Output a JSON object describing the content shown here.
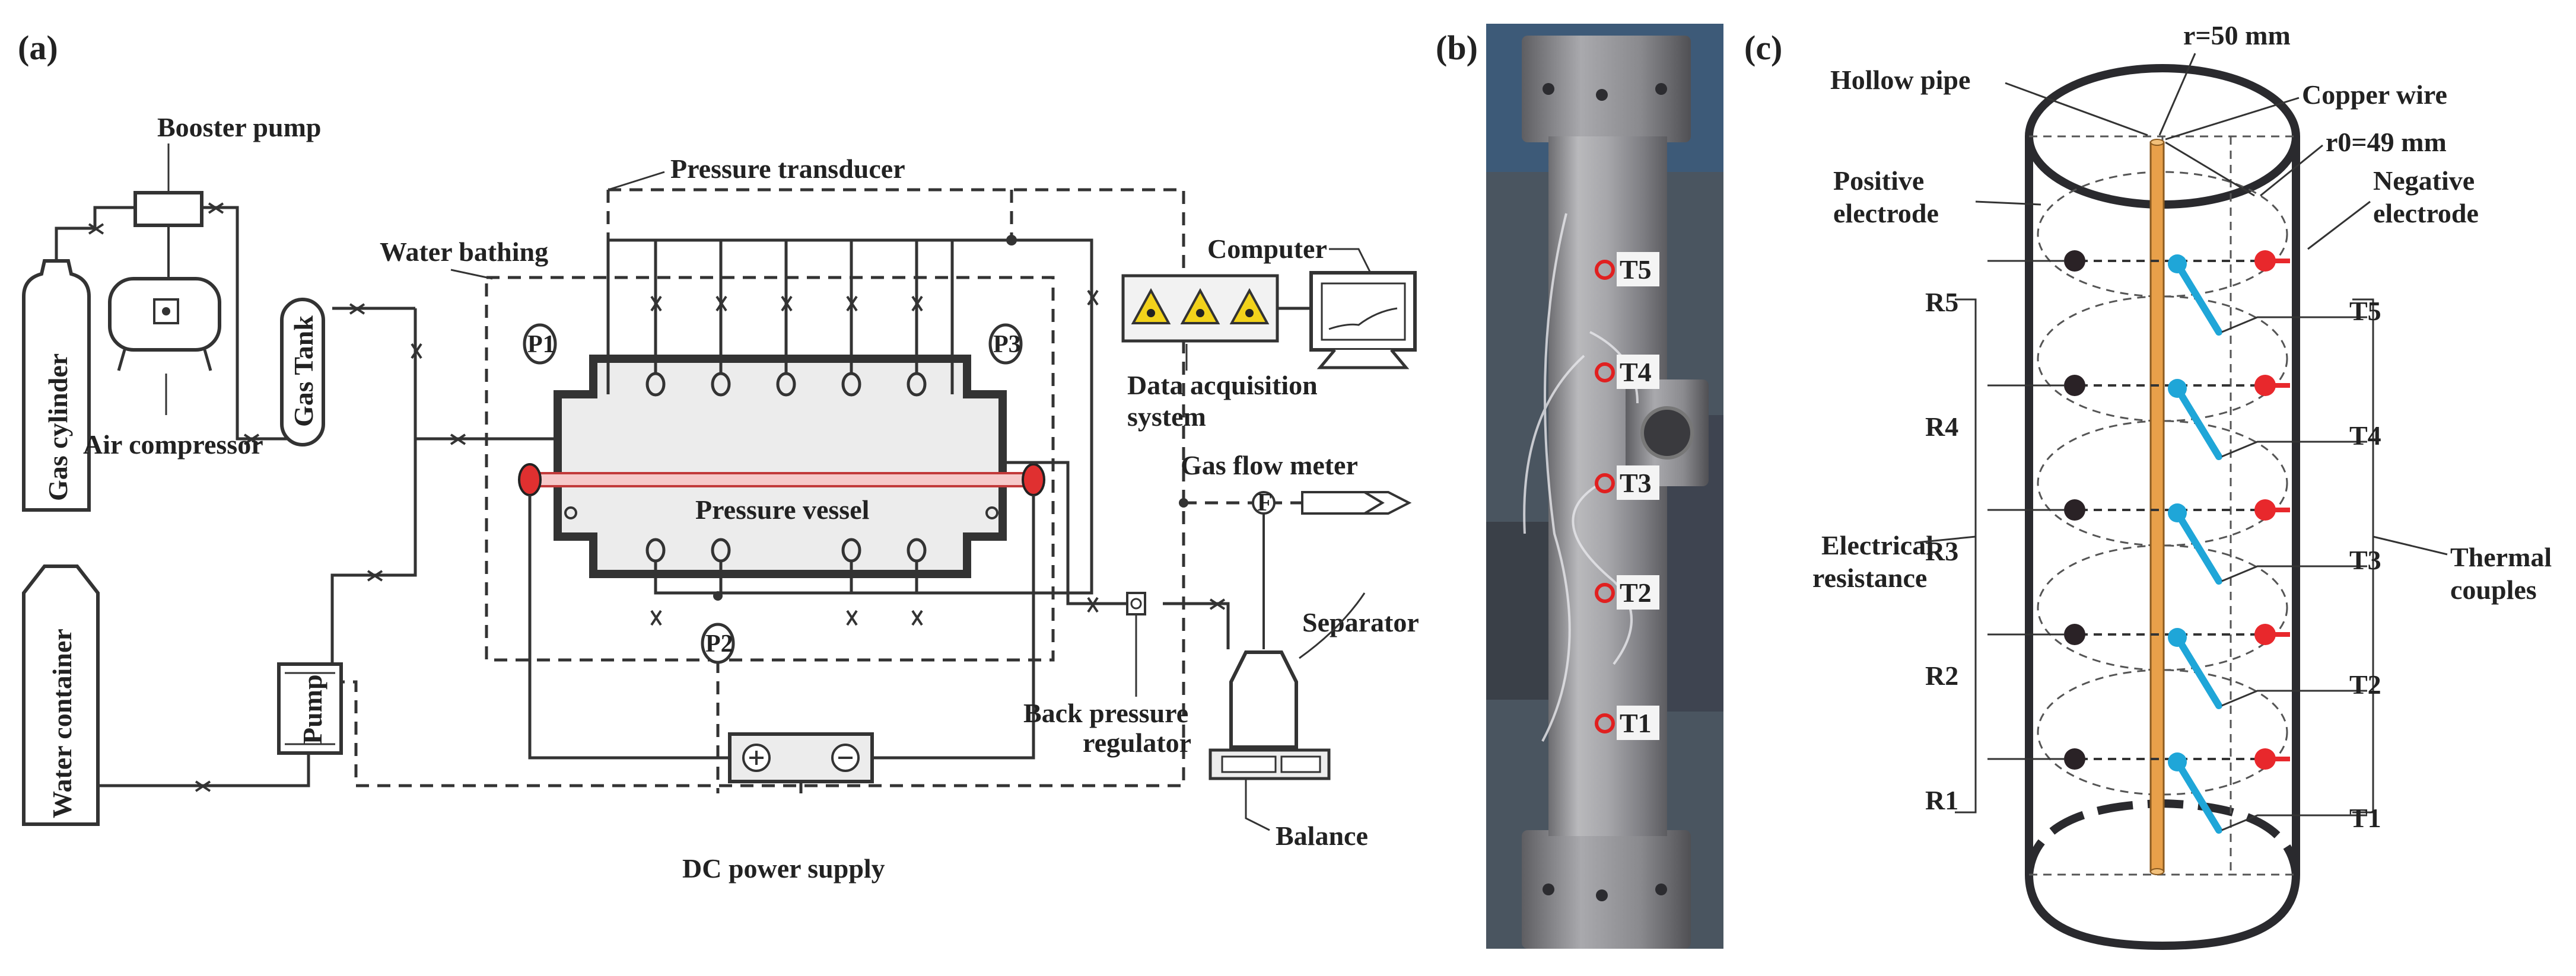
{
  "panels": {
    "a": {
      "letter": "(a)",
      "labels": {
        "booster_pump": "Booster pump",
        "pressure_transducer": "Pressure transducer",
        "water_bathing": "Water bathing",
        "computer": "Computer",
        "gas_cylinder": "Gas cylinder",
        "gas_tank": "Gas Tank",
        "air_compressor": "Air compressor",
        "data_acquisition": "Data acquisition",
        "system": "system",
        "gas_flow_meter": "Gas flow meter",
        "pressure_vessel": "Pressure vessel",
        "water_container": "Water container",
        "pump": "Pump",
        "separator": "Separator",
        "back_pressure": "Back pressure",
        "regulator": "regulator",
        "balance": "Balance",
        "dc_power_supply": "DC power supply",
        "p1": "P1",
        "p2": "P2",
        "p3": "P3",
        "f": "F"
      }
    },
    "b": {
      "letter": "(b)",
      "tags": [
        "T5",
        "T4",
        "T3",
        "T2",
        "T1"
      ]
    },
    "c": {
      "letter": "(c)",
      "labels": {
        "r50": "r=50 mm",
        "hollow_pipe": "Hollow pipe",
        "copper_wire": "Copper wire",
        "r49": "r0=49 mm",
        "positive": "Positive",
        "electrode": "electrode",
        "negative": "Negative",
        "electrode2": "electrode",
        "electrical": "Electrical",
        "resistance": "resistance",
        "thermal": "Thermal",
        "couples": "couples"
      },
      "r_labels": [
        "R5",
        "R4",
        "R3",
        "R2",
        "R1"
      ],
      "t_labels": [
        "T5",
        "T4",
        "T3",
        "T2",
        "T1"
      ]
    }
  },
  "colors": {
    "line": "#333333",
    "copper": "#e8a04a",
    "probe": "#1fa6d8",
    "negative": "#e8282c",
    "positive": "#2a2226",
    "heater": "#e03030",
    "photo_metal": "#9a9a9c",
    "tag_ring": "#e02020",
    "acq_triangle": "#f2d21b"
  }
}
